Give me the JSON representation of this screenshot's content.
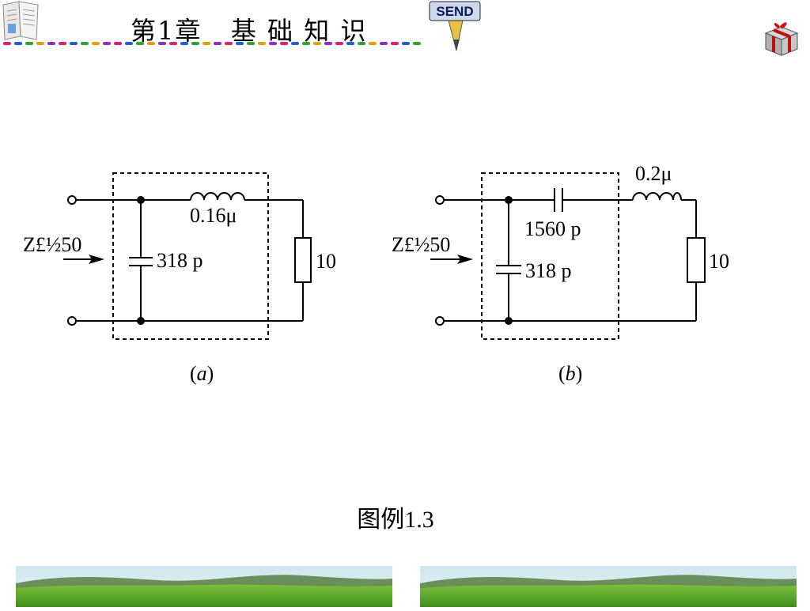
{
  "header": {
    "title": "第1章   基 础 知 识",
    "send_label": "SEND"
  },
  "circuit_a": {
    "impedance_label": "Z£½50",
    "inductor_label": "0.16μ",
    "capacitor_label": "318 p",
    "resistor_label": "10",
    "sub_label": "a"
  },
  "circuit_b": {
    "impedance_label": "Z£½50",
    "series_capacitor_label": "1560 p",
    "shunt_capacitor_label": "318 p",
    "inductor_label": "0.2μ",
    "resistor_label": "10",
    "sub_label": "b"
  },
  "caption": "图例1.3",
  "icons": [
    "book-icon",
    "send-pencil-icon",
    "gift-box-icon"
  ],
  "colors": {
    "ribbon": [
      "#e0206a",
      "#2060d0",
      "#30a030",
      "#e0a010",
      "#9030c0"
    ]
  }
}
